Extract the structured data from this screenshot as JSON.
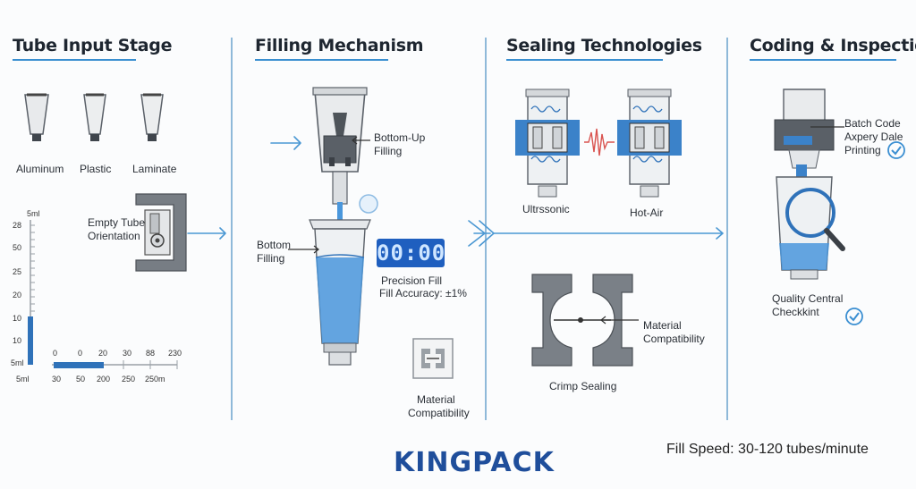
{
  "stages": [
    {
      "title": "Tube Input Stage"
    },
    {
      "title": "Filling Mechanism"
    },
    {
      "title": "Sealing Technologies"
    },
    {
      "title": "Coding & Inspection"
    }
  ],
  "input_stage": {
    "tube_types": [
      "Aluminum",
      "Plastic",
      "Laminate"
    ],
    "orientation_label": [
      "Empty Tube",
      "Orientation"
    ],
    "gauge": {
      "y_ticks": [
        "5ml",
        "28",
        "50",
        "25",
        "20",
        "10",
        "10",
        "5ml"
      ],
      "x_ticks": [
        "0",
        "0",
        "20",
        "30",
        "88",
        "230"
      ],
      "x_ticks_bottom": [
        "5ml",
        "30",
        "50",
        "200",
        "250",
        "250m"
      ]
    }
  },
  "filling": {
    "bottom_up_label": [
      "Bottom-Up",
      "Filling"
    ],
    "bottom_label": [
      "Bottom",
      "Filling"
    ],
    "display_value": "00:00",
    "precision_label": [
      "Precision Fill",
      "Fill Accuracy: ±1%"
    ],
    "material_label": [
      "Material",
      "Compatibility"
    ]
  },
  "sealing": {
    "ultrasonic_label": "Ultrssonic",
    "hotair_label": "Hot-Air",
    "material_label": [
      "Material",
      "Compatibility"
    ],
    "crimp_label": "Crimp Sealing"
  },
  "coding": {
    "batch_label": [
      "Batch Code",
      "Axpery Dale",
      "Printing"
    ],
    "qc_label": [
      "Quality Central",
      "Checkkint"
    ]
  },
  "footer": {
    "fill_speed": "Fill Speed: 30-120 tubes/minute",
    "brand": "KINGPACK"
  },
  "colors": {
    "accent_blue": "#3a8fd0",
    "fill_blue": "#4a97dc",
    "brand_blue": "#1f4e9b",
    "check_blue": "#3b8fd2"
  }
}
